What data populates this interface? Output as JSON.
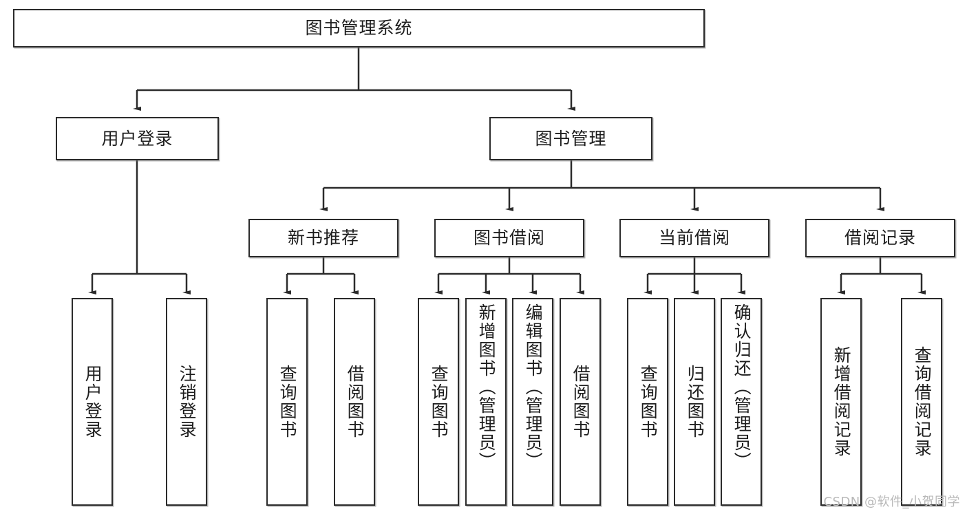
{
  "diagram": {
    "title": "图书管理系统",
    "watermark": "CSDN @软件_小贺同学",
    "line_color": "#2b2b2b",
    "box_fill": "#ffffff",
    "text_color": "#1d1d1d",
    "root": {
      "label": "图书管理系统"
    },
    "level2": [
      {
        "label": "用户登录"
      },
      {
        "label": "图书管理"
      }
    ],
    "level3": [
      {
        "label": "新书推荐"
      },
      {
        "label": "图书借阅"
      },
      {
        "label": "当前借阅"
      },
      {
        "label": "借阅记录"
      }
    ],
    "leaves": {
      "user_login": [
        {
          "label": "用户登录"
        },
        {
          "label": "注销登录"
        }
      ],
      "new_book_recommend": [
        {
          "label": "查询图书"
        },
        {
          "label": "借阅图书"
        }
      ],
      "book_borrow": [
        {
          "label": "查询图书"
        },
        {
          "label": "新增图书（管理员）"
        },
        {
          "label": "编辑图书（管理员）"
        },
        {
          "label": "借阅图书"
        }
      ],
      "current_borrow": [
        {
          "label": "查询图书"
        },
        {
          "label": "归还图书"
        },
        {
          "label": "确认归还（管理员）"
        }
      ],
      "borrow_record": [
        {
          "label": "新增借阅记录"
        },
        {
          "label": "查询借阅记录"
        }
      ]
    }
  }
}
